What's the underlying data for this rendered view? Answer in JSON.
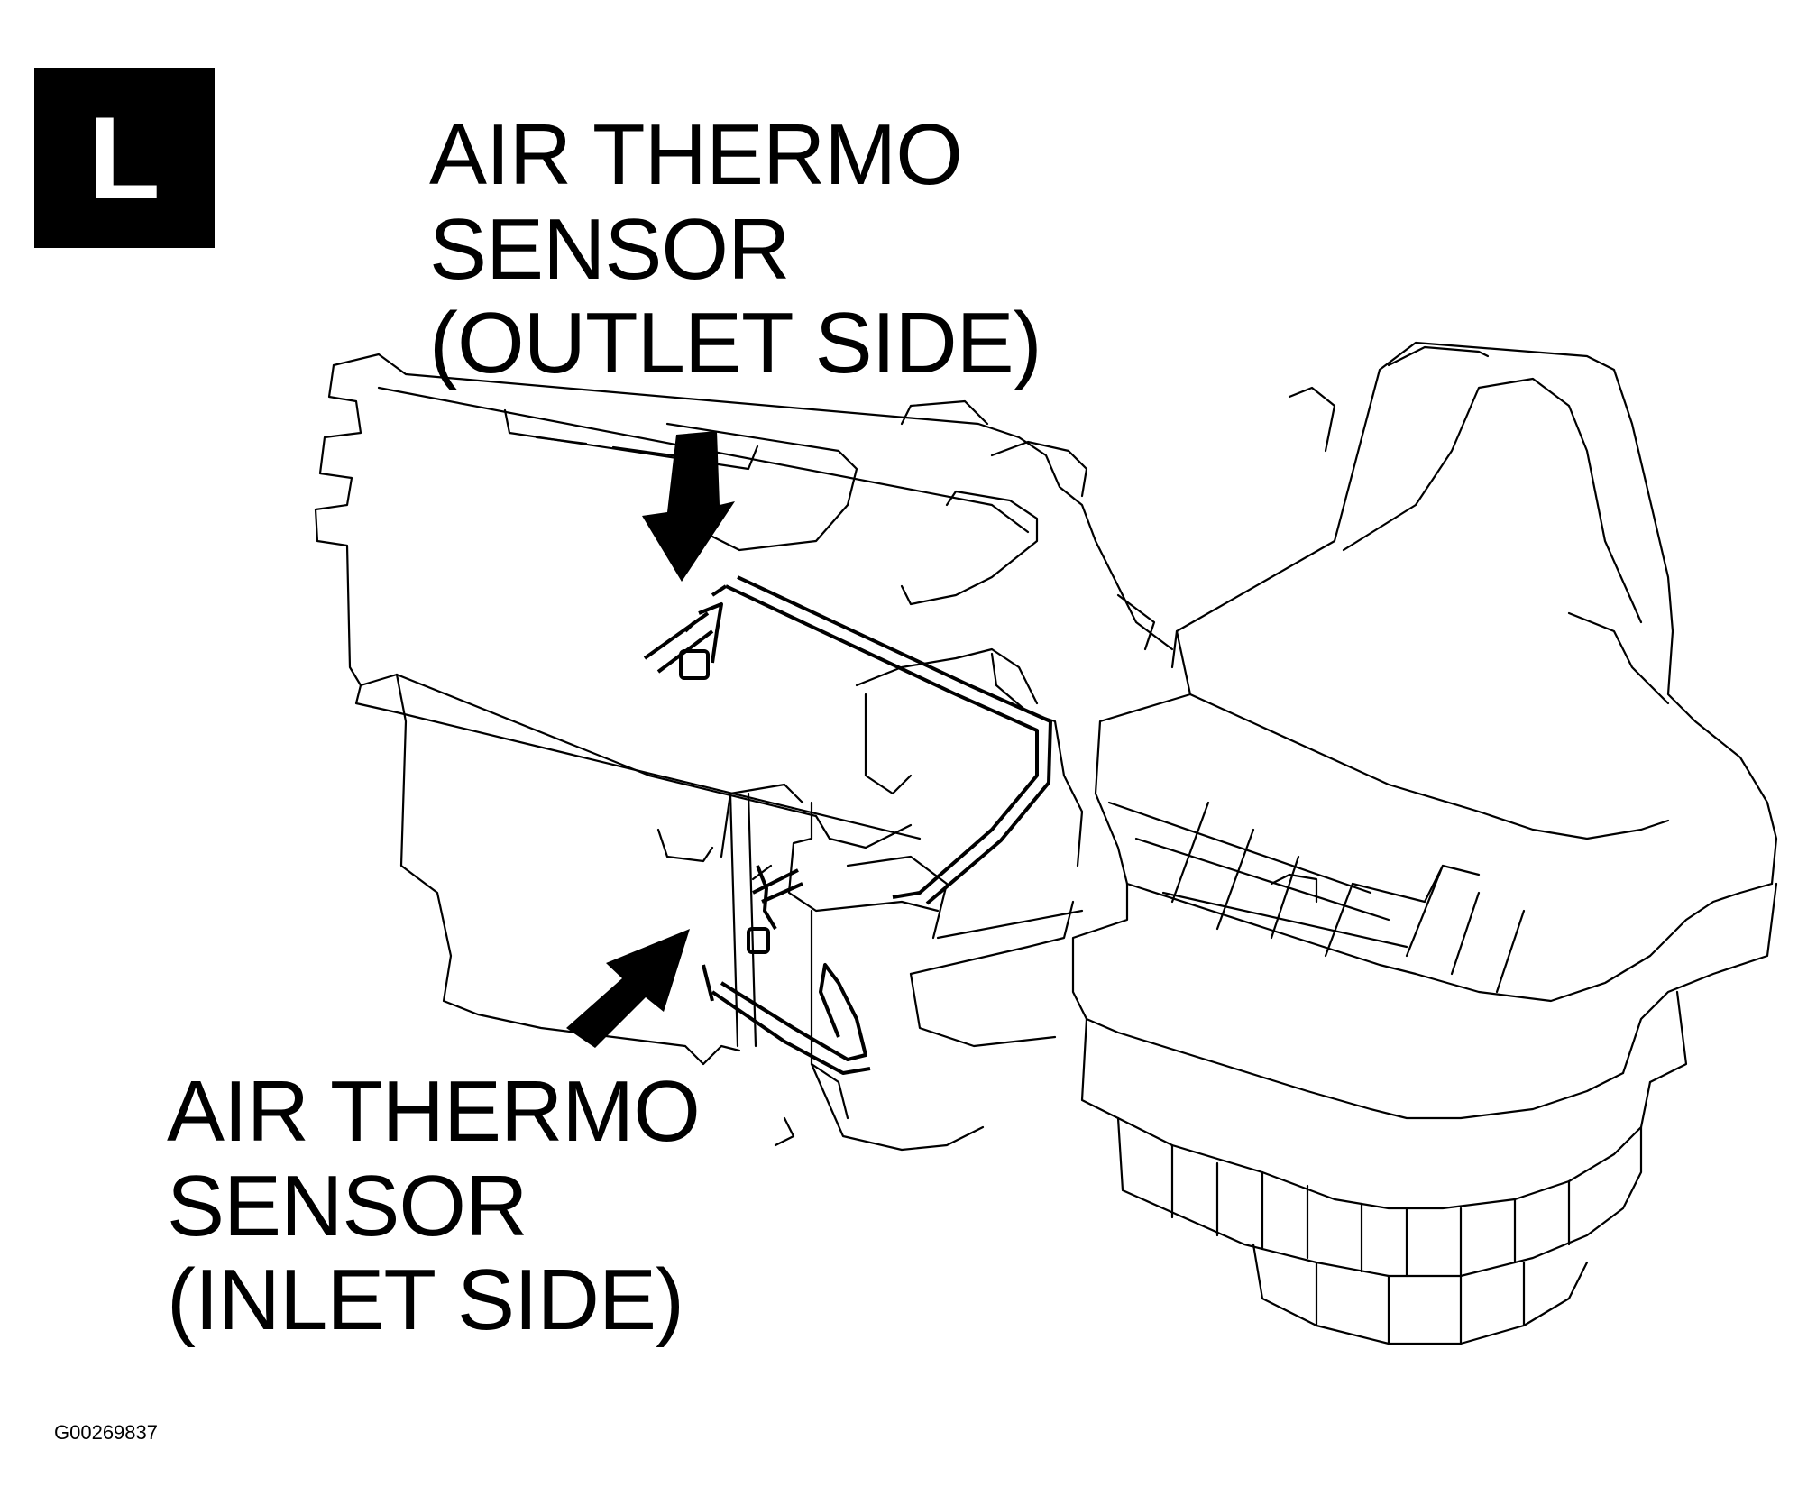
{
  "badge": {
    "letter": "L",
    "background_color": "#000000",
    "text_color": "#ffffff"
  },
  "callouts": {
    "outlet": {
      "lines": [
        "AIR THERMO",
        "SENSOR",
        "(OUTLET SIDE)"
      ]
    },
    "inlet": {
      "lines": [
        "AIR THERMO",
        "SENSOR",
        "(INLET SIDE)"
      ]
    }
  },
  "figure_id": "G00269837",
  "colors": {
    "line": "#000000",
    "background": "#ffffff"
  }
}
